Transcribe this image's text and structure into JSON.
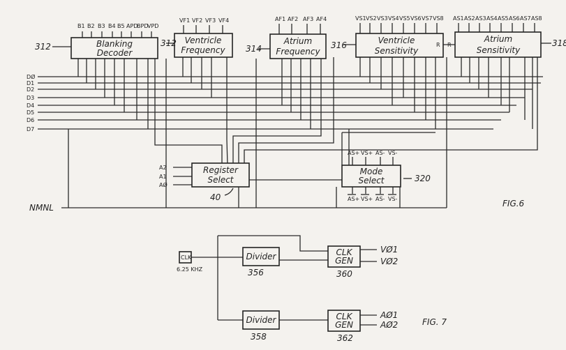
{
  "fig6": {
    "label": "FIG.6",
    "blanking": {
      "line1": "Blanking",
      "line2": "Decoder",
      "ref": "312",
      "pins": [
        "B1",
        "B2",
        "B3",
        "B4",
        "B5",
        "APD",
        "BPD",
        "VPD"
      ]
    },
    "vfreq": {
      "line1": "Ventricle",
      "line2": "Frequency",
      "ref": "312",
      "pins": [
        "VF1",
        "VF2",
        "VF3",
        "VF4"
      ]
    },
    "afreq": {
      "line1": "Atrium",
      "line2": "Frequency",
      "ref": "314",
      "pins": [
        "AF1",
        "AF2",
        "AF3",
        "AF4"
      ]
    },
    "vsens": {
      "line1": "Ventricle",
      "line2": "Sensitivity",
      "ref": "316",
      "r": "R",
      "pins": [
        "VS1",
        "VS2",
        "VS3",
        "VS4",
        "VS5",
        "VS6",
        "VS7",
        "VS8"
      ]
    },
    "asens": {
      "line1": "Atrium",
      "line2": "Sensitivity",
      "ref": "318",
      "r": "R",
      "pins": [
        "AS1",
        "AS2",
        "AS3",
        "AS4",
        "AS5",
        "AS6",
        "AS7",
        "AS8"
      ]
    },
    "regsel": {
      "line1": "Register",
      "line2": "Select",
      "ref": "40",
      "inputs": [
        "A2",
        "A1",
        "AØ"
      ]
    },
    "modesel": {
      "line1": "Mode",
      "line2": "Select",
      "ref": "320",
      "top_pins": [
        "AS+",
        "VS+",
        "AS-",
        "VS-"
      ],
      "bottom_pins": [
        "AS+",
        "VS+",
        "AS-",
        "VS-"
      ]
    },
    "data_lines": [
      "DØ",
      "D1",
      "D2",
      "D3",
      "D4",
      "D5",
      "D6",
      "D7"
    ],
    "reset": "NMNL"
  },
  "fig7": {
    "label": "FIG. 7",
    "clk": {
      "label": "CLK",
      "freq": "6.25 KHZ"
    },
    "divider1": {
      "label": "Divider",
      "ref": "356"
    },
    "divider2": {
      "label": "Divider",
      "ref": "358"
    },
    "clkgen1": {
      "line1": "CLK",
      "line2": "GEN",
      "ref": "360",
      "outputs": [
        "VØ1",
        "VØ2"
      ]
    },
    "clkgen2": {
      "line1": "CLK",
      "line2": "GEN",
      "ref": "362",
      "outputs": [
        "AØ1",
        "AØ2"
      ]
    }
  }
}
